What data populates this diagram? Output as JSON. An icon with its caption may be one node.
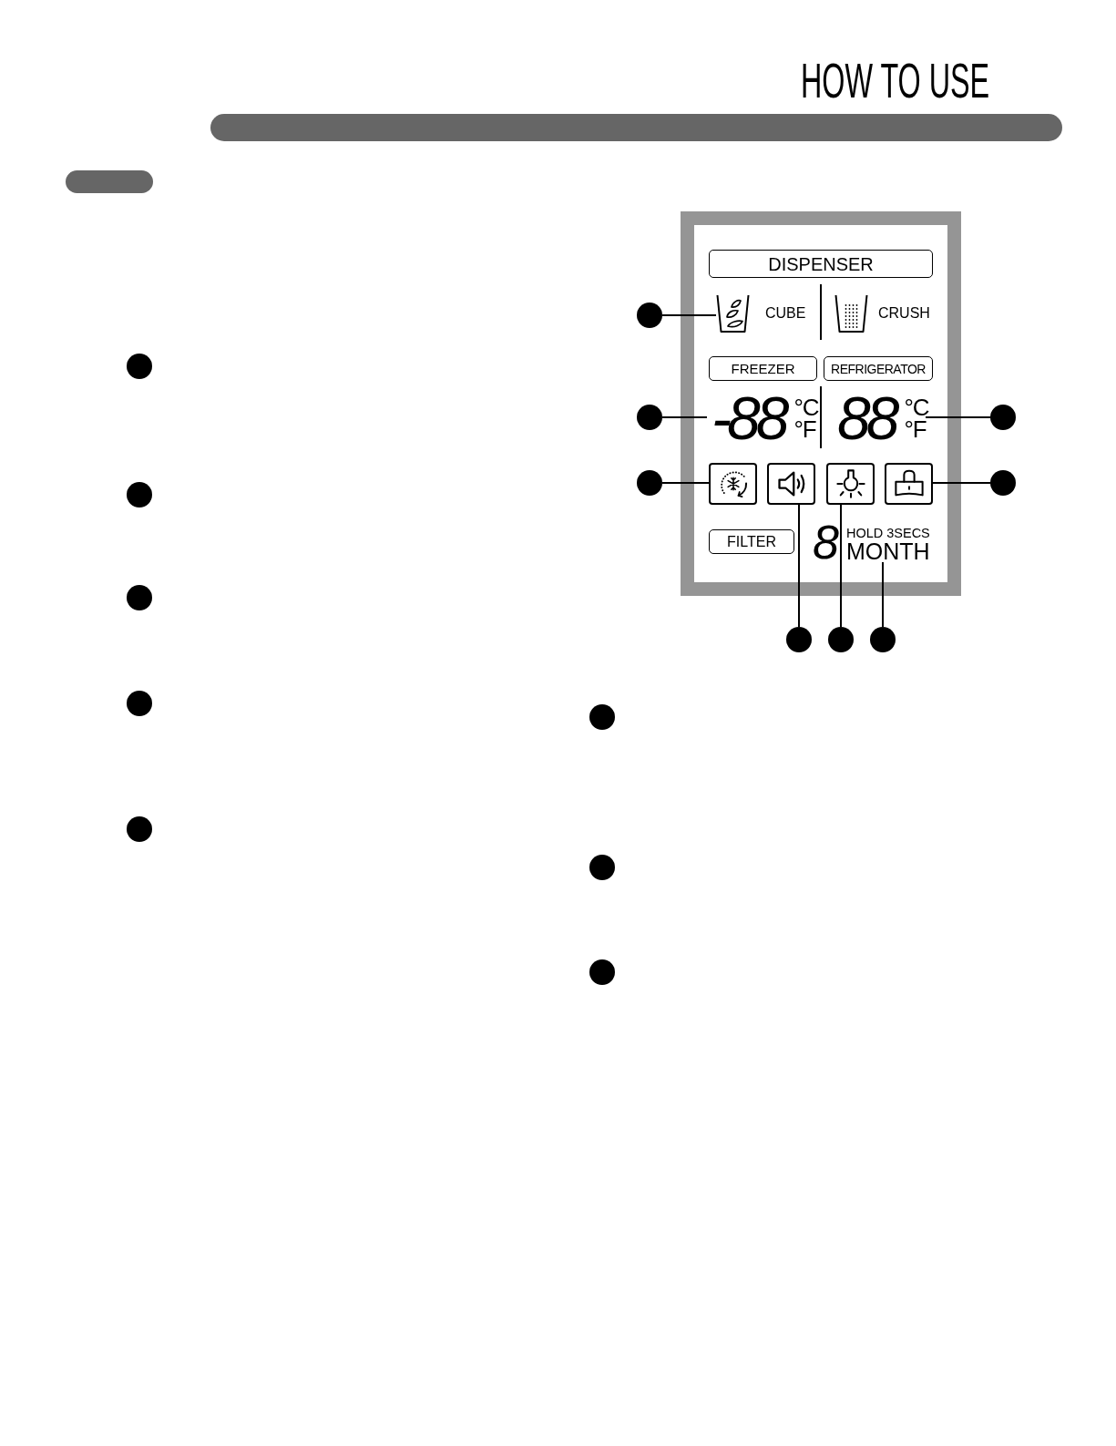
{
  "diagram": {
    "title": "HOW TO USE",
    "nodes": [
      {
        "text": [],
        "shape": "bar"
      },
      {
        "text": [],
        "shape": "box"
      },
      {
        "text": [
          "DISPENSER"
        ],
        "in": 1
      },
      {
        "text": [
          "CUBE"
        ],
        "in": 1
      },
      {
        "text": [
          "CRUSH"
        ],
        "in": 1
      },
      {
        "text": [
          "FREEZER"
        ],
        "in": 1
      },
      {
        "text": [
          "REFRIGERATOR"
        ],
        "in": 1
      },
      {
        "text": [
          "-88",
          "°C",
          "°F"
        ],
        "in": 1
      },
      {
        "text": [
          "88",
          "°C",
          "°F"
        ],
        "in": 1
      },
      {
        "text": [],
        "shape": "box",
        "in": 1
      },
      {
        "text": [],
        "shape": "box",
        "in": 1
      },
      {
        "text": [],
        "shape": "box",
        "in": 1
      },
      {
        "text": [],
        "shape": "box",
        "in": 1
      },
      {
        "text": [
          "FILTER"
        ],
        "in": 1
      },
      {
        "text": [
          "8",
          "HOLD 3SECS",
          "MONTH"
        ],
        "in": 1
      },
      {
        "text": [],
        "shape": "circle"
      },
      {
        "text": [],
        "shape": "circle"
      },
      {
        "text": [],
        "shape": "circle"
      },
      {
        "text": [],
        "shape": "circle"
      },
      {
        "text": [],
        "shape": "circle"
      },
      {
        "text": [],
        "shape": "circle"
      },
      {
        "text": [],
        "shape": "circle"
      },
      {
        "text": [],
        "shape": "circle"
      },
      {
        "text": [],
        "shape": "circle"
      },
      {
        "text": [],
        "shape": "circle"
      },
      {
        "text": [],
        "shape": "circle"
      },
      {
        "text": [],
        "shape": "circle"
      },
      {
        "text": [],
        "shape": "circle"
      },
      {
        "text": [],
        "shape": "circle"
      },
      {
        "text": [],
        "shape": "circle"
      },
      {
        "text": [],
        "shape": "circle"
      }
    ],
    "edges": [
      {
        "from": 15,
        "to": 3,
        "arrow": "none"
      },
      {
        "from": 16,
        "to": 7,
        "arrow": "none"
      },
      {
        "from": 17,
        "to": 9,
        "arrow": "none"
      },
      {
        "from": 18,
        "to": 8,
        "arrow": "none"
      },
      {
        "from": 19,
        "to": 12,
        "arrow": "none"
      },
      {
        "from": 20,
        "to": 10,
        "arrow": "none"
      },
      {
        "from": 21,
        "to": 11,
        "arrow": "none"
      },
      {
        "from": 22,
        "to": 14,
        "arrow": "none"
      }
    ]
  }
}
